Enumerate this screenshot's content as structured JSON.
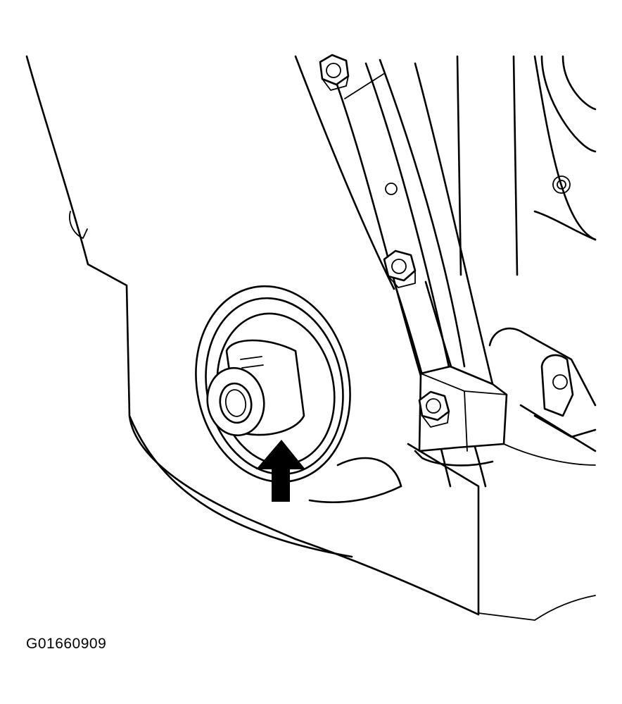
{
  "figure": {
    "code": "G01660909",
    "callout": {
      "shape": "arrow-up",
      "color": "#000000",
      "points_to": "crankshaft-bolt-hub"
    }
  },
  "colors": {
    "line": "#000000",
    "background": "#ffffff"
  }
}
